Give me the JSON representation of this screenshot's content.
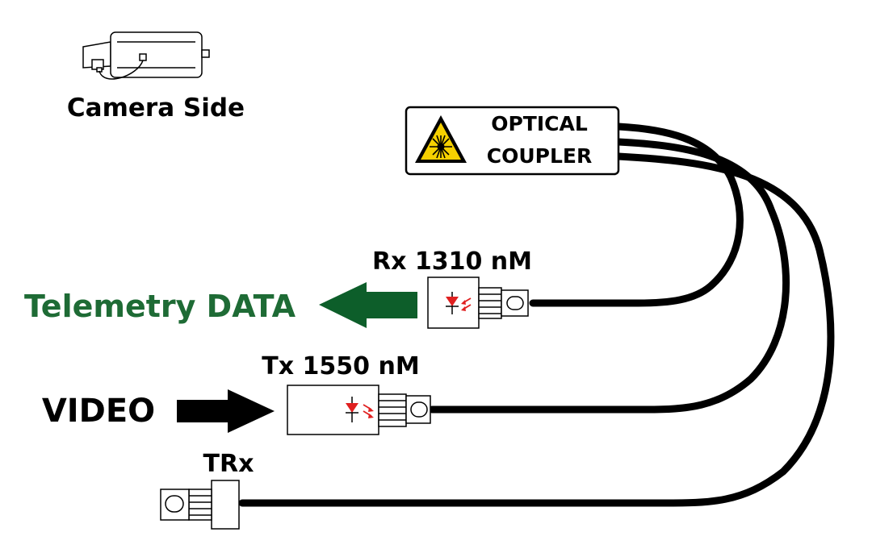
{
  "camera": {
    "label": "Camera Side",
    "icon": "camera-icon"
  },
  "coupler": {
    "line1": "OPTICAL",
    "line2": "COUPLER",
    "icon": "laser-warning-icon"
  },
  "rx": {
    "label": "Rx 1310 nM",
    "icon": "photodiode-icon"
  },
  "tx": {
    "label": "Tx 1550 nM",
    "icon": "laser-diode-icon"
  },
  "trx": {
    "label": "TRx"
  },
  "telemetry": {
    "label": "Telemetry DATA",
    "direction": "left"
  },
  "video": {
    "label": "VIDEO",
    "direction": "right"
  },
  "colors": {
    "telemetry": "#1e6b35",
    "arrow_telemetry": "#0d5e2a",
    "cable": "#000000",
    "warning": "#f5d000",
    "diode": "#e02020"
  }
}
